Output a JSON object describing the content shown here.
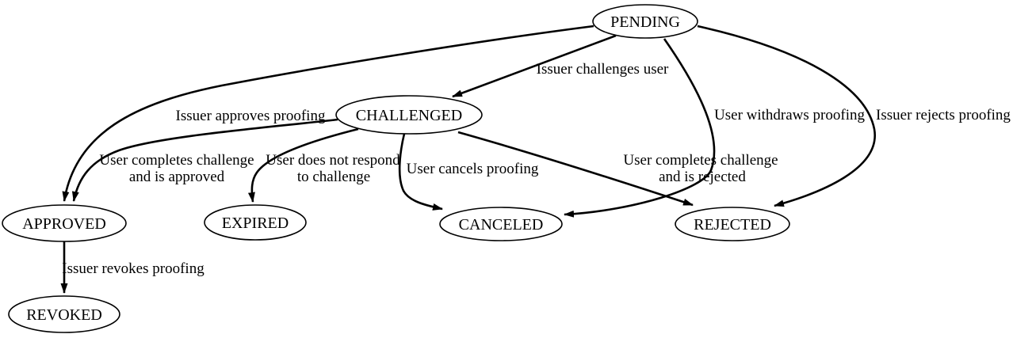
{
  "diagram": {
    "type": "state-machine-graph",
    "colors": {
      "background": "#ffffff",
      "node_fill": "#ffffff",
      "stroke": "#000000",
      "text": "#000000"
    },
    "nodes": {
      "pending": {
        "label": "PENDING"
      },
      "challenged": {
        "label": "CHALLENGED"
      },
      "approved": {
        "label": "APPROVED"
      },
      "expired": {
        "label": "EXPIRED"
      },
      "canceled": {
        "label": "CANCELED"
      },
      "rejected": {
        "label": "REJECTED"
      },
      "revoked": {
        "label": "REVOKED"
      }
    },
    "edges": {
      "pending_challenged": {
        "from": "PENDING",
        "to": "CHALLENGED",
        "label": "Issuer challenges user"
      },
      "pending_approved": {
        "from": "PENDING",
        "to": "APPROVED",
        "label": "Issuer approves proofing"
      },
      "pending_canceled": {
        "from": "PENDING",
        "to": "CANCELED",
        "label": "User withdraws proofing"
      },
      "pending_rejected": {
        "from": "PENDING",
        "to": "REJECTED",
        "label": "Issuer rejects proofing"
      },
      "challenged_approved": {
        "from": "CHALLENGED",
        "to": "APPROVED",
        "label_line1": "User completes challenge",
        "label_line2": "and is approved"
      },
      "challenged_expired": {
        "from": "CHALLENGED",
        "to": "EXPIRED",
        "label_line1": "User does not respond",
        "label_line2": "to challenge"
      },
      "challenged_canceled": {
        "from": "CHALLENGED",
        "to": "CANCELED",
        "label": "User cancels proofing"
      },
      "challenged_rejected": {
        "from": "CHALLENGED",
        "to": "REJECTED",
        "label_line1": "User completes challenge",
        "label_line2": "and is rejected"
      },
      "approved_revoked": {
        "from": "APPROVED",
        "to": "REVOKED",
        "label": "Issuer revokes proofing"
      }
    }
  }
}
